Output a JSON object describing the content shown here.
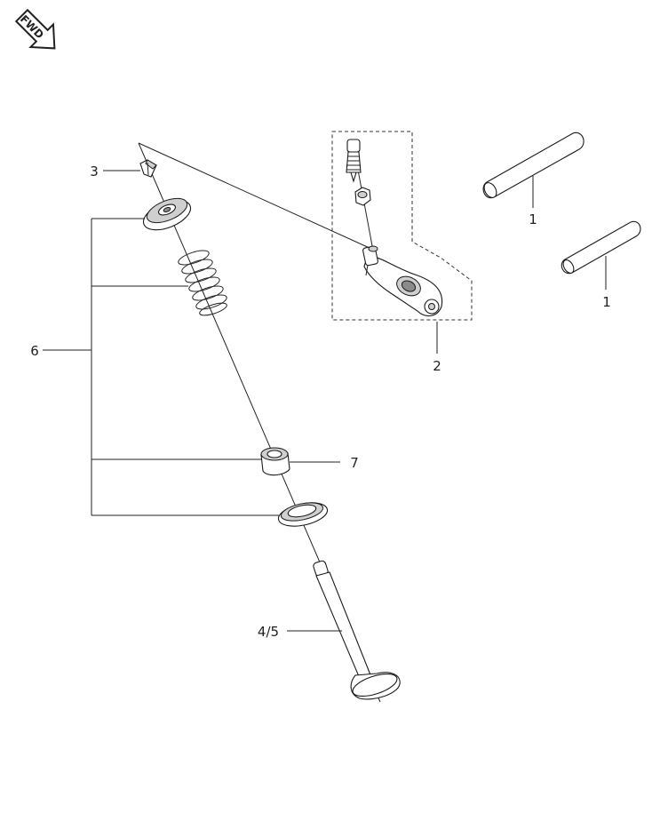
{
  "fwd_badge": {
    "text": "FWD",
    "icon": "fwd-arrow-icon"
  },
  "callouts": {
    "c1a": "1",
    "c1b": "1",
    "c2": "2",
    "c3": "3",
    "c45": "4/5",
    "c6": "6",
    "c7": "7"
  }
}
